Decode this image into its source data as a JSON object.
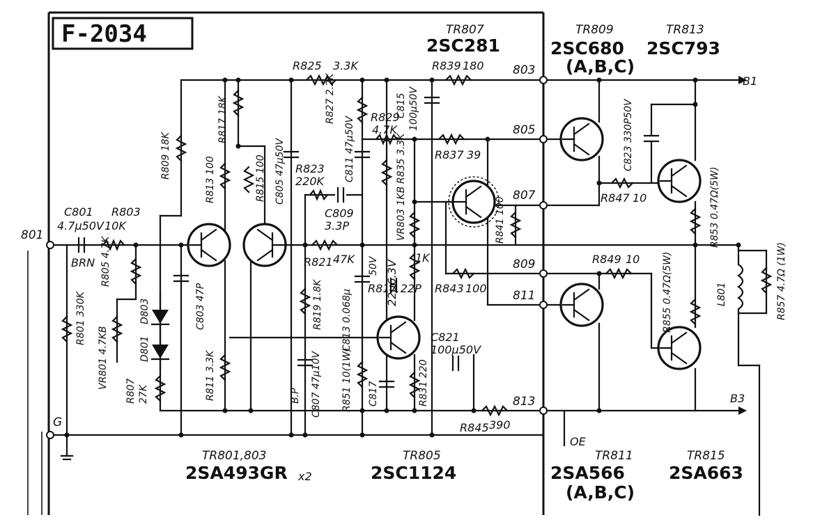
{
  "title": "F-2034",
  "transistors": {
    "tr807": {
      "ref": "TR807",
      "part": "2SC281"
    },
    "tr809": {
      "ref": "TR809",
      "part": "2SC680",
      "grade": "(A,B,C)"
    },
    "tr813": {
      "ref": "TR813",
      "part": "2SC793"
    },
    "tr801": {
      "ref": "TR801,803",
      "part": "2SA493GR",
      "qty": "x2"
    },
    "tr805": {
      "ref": "TR805",
      "part": "2SC1124"
    },
    "tr811": {
      "ref": "TR811",
      "part": "2SA566",
      "grade": "(A,B,C)"
    },
    "tr815": {
      "ref": "TR815",
      "part": "2SA663"
    }
  },
  "nodes": {
    "n801": "801",
    "n803": "803",
    "n805": "805",
    "n807": "807",
    "n809": "809",
    "n811": "811",
    "n813": "813",
    "g": "G",
    "b1": "B1",
    "b3": "B3",
    "oe": "OE"
  },
  "components": {
    "c801": "C801",
    "c801_val": "4.7μ50V",
    "brn": "BRN",
    "r803": "R803",
    "r803_val": "10K",
    "r805": "R805 4.7K",
    "r801": "R801 330K",
    "vr801": "VR801 4.7KB",
    "d801": "D801",
    "d803": "D803",
    "r807": "R807",
    "r807_val": "27K",
    "r809": "R809 18K",
    "r813": "R813 100",
    "r817": "R817 18K",
    "r815": "R815 100",
    "c805": "C805 47μ50V",
    "c803": "C803 47P",
    "r811": "R811 3.3K",
    "r825": "R825",
    "r825_val": "3.3K",
    "r827": "R827 2.2K",
    "r829": "R829",
    "r829_val": "4.7K",
    "r823": "R823",
    "r823_val": "220K",
    "c811": "C811 47μ50V",
    "c809": "C809",
    "c809_val": "3.3P",
    "r821": "R821",
    "r821_val": "47K",
    "r819": "R819 1.8K",
    "c807": "C807 47μ10V",
    "bp": "B.P",
    "c813": "C813 0.068μ",
    "r851": "R851 10(1W)",
    "c817": "C817",
    "c819": "22μ6.3V",
    "r831": "R831 220",
    "c815": "C815",
    "c815_val": "100μ50V",
    "r835": "R835 3.3K",
    "vr803": "VR803 1KB",
    "r833_val": "1K",
    "c817b": "50V",
    "r817b": "R817 22P",
    "r839": "R839",
    "r839_val": "180",
    "r837": "R837",
    "r837_val": "39",
    "r841": "R841 100",
    "r843": "R843",
    "r843_val": "100",
    "c821": "C821",
    "c821_val": "100μ50V",
    "r845": "R845",
    "r845_val": "390",
    "c823": "C823 330P50V",
    "r847": "R847",
    "r847_val": "10",
    "r849": "R849",
    "r849_val": "10",
    "r853": "R853 0.47Ω(5W)",
    "r855": "R855 0.47Ω(5W)",
    "l801": "L801",
    "r857": "R857 4.7Ω (1W)"
  }
}
